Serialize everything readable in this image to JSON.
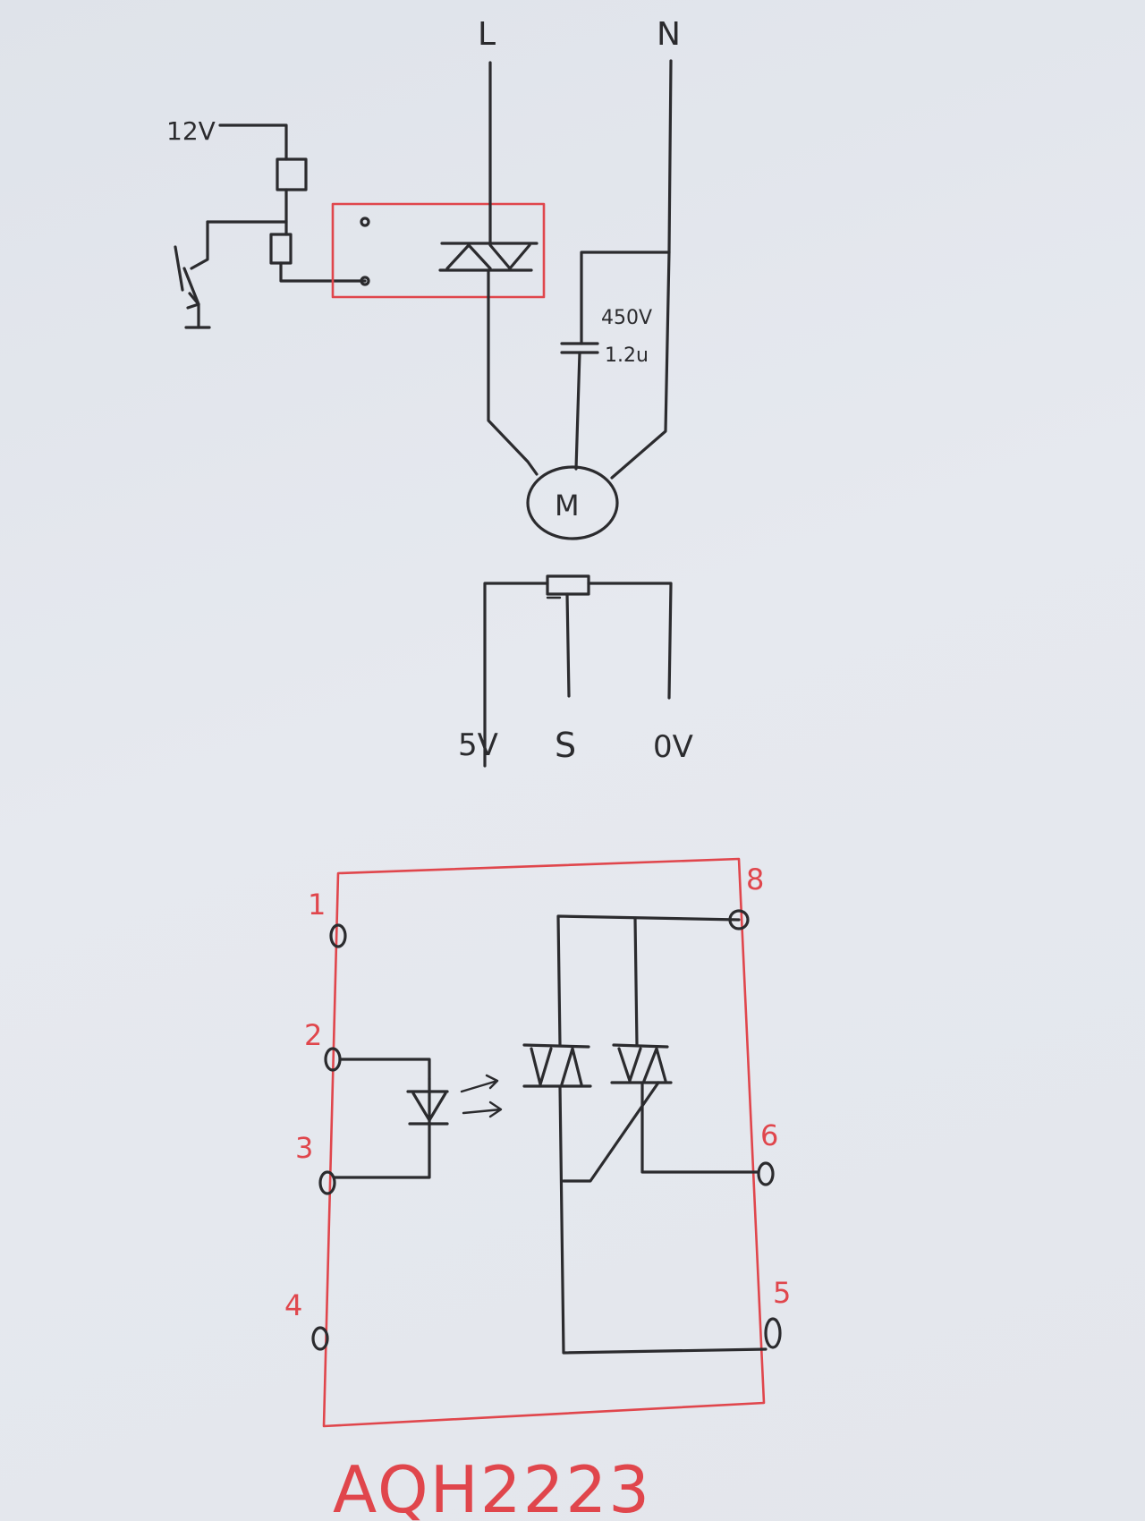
{
  "circuit": {
    "supply_12v": "12V",
    "line_l": "L",
    "line_n": "N",
    "capacitor_voltage": "450V",
    "capacitor_value": "1.2u",
    "motor": "M",
    "sensor_5v": "5V",
    "sensor_s": "S",
    "sensor_0v": "0V"
  },
  "module": {
    "part_number": "AQH2223",
    "pins": [
      "1",
      "2",
      "3",
      "4",
      "5",
      "6",
      "8"
    ]
  },
  "colors": {
    "ink": "#2b2b2e",
    "annotation": "#e0464c",
    "paper": "#e2e5eb"
  }
}
